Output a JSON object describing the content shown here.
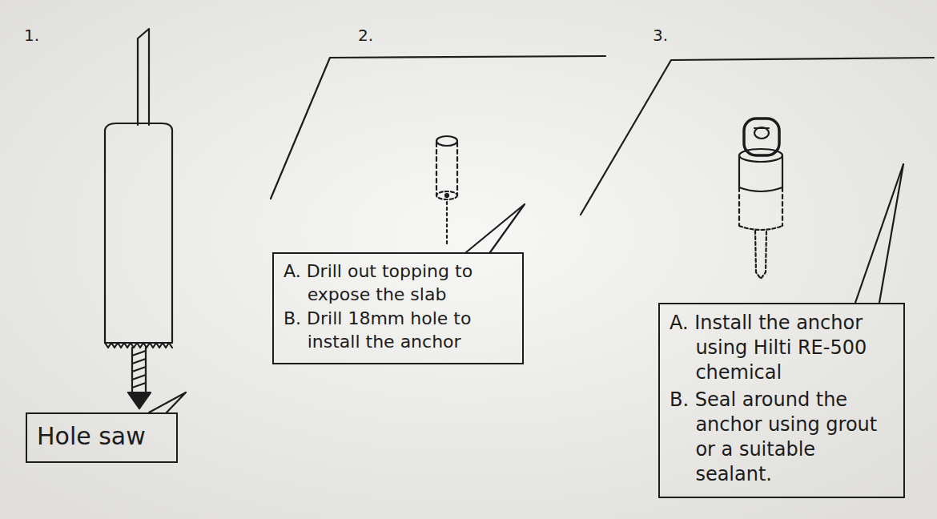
{
  "diagram": {
    "nodes": [
      {
        "text": [
          "Hole saw"
        ]
      },
      {
        "text": [
          "A. Drill out topping to expose the slab",
          "B. Drill 18mm hole to install the anchor"
        ]
      },
      {
        "text": [
          "A. Install the anchor using Hilti RE-500 chemical",
          "B. Seal around the anchor using grout or a suitable sealant."
        ]
      }
    ],
    "labels": [
      "1.",
      "2.",
      "3."
    ]
  }
}
